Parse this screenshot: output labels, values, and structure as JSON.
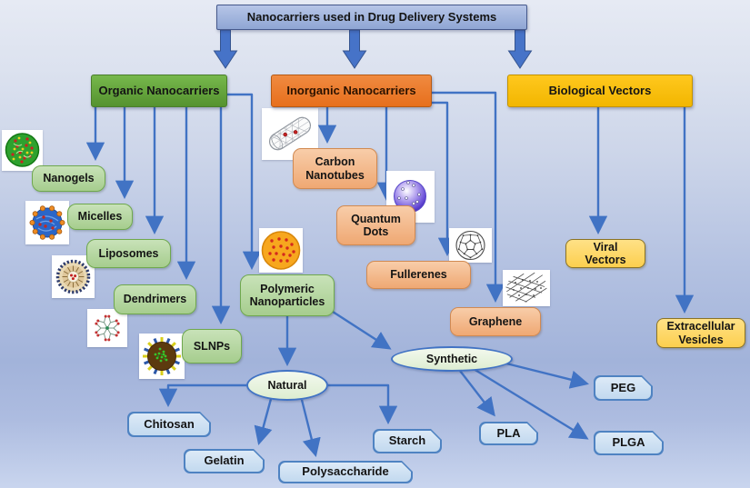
{
  "title": "Nanocarriers used in Drug Delivery Systems",
  "branches": {
    "organic": {
      "label": "Organic Nanocarriers",
      "color": "#5fa53b"
    },
    "inorganic": {
      "label": "Inorganic Nanocarriers",
      "color": "#ed7d31"
    },
    "biological": {
      "label": "Biological Vectors",
      "color": "#ffc000"
    }
  },
  "nodes": {
    "nanogels": {
      "label": "Nanogels"
    },
    "micelles": {
      "label": "Micelles"
    },
    "liposomes": {
      "label": "Liposomes"
    },
    "dendrimers": {
      "label": "Dendrimers"
    },
    "slnps": {
      "label": "SLNPs"
    },
    "polymeric": {
      "label": "Polymeric Nanoparticles"
    },
    "carbon_nanotubes": {
      "label": "Carbon Nanotubes"
    },
    "quantum_dots": {
      "label": "Quantum Dots"
    },
    "fullerenes": {
      "label": "Fullerenes"
    },
    "graphene": {
      "label": "Graphene"
    },
    "viral_vectors": {
      "label": "Viral Vectors"
    },
    "extracellular_vesicles": {
      "label": "Extracellular Vesicles"
    },
    "natural": {
      "label": "Natural"
    },
    "synthetic": {
      "label": "Synthetic"
    },
    "chitosan": {
      "label": "Chitosan"
    },
    "gelatin": {
      "label": "Gelatin"
    },
    "polysaccharide": {
      "label": "Polysaccharide"
    },
    "starch": {
      "label": "Starch"
    },
    "pla": {
      "label": "PLA"
    },
    "peg": {
      "label": "PEG"
    },
    "plga": {
      "label": "PLGA"
    }
  },
  "icons": [
    "nanogel-icon",
    "micelle-icon",
    "liposome-icon",
    "dendrimer-icon",
    "slnp-icon",
    "polymeric-nanoparticle-icon",
    "carbon-nanotube-icon",
    "quantum-dot-icon",
    "fullerene-icon",
    "graphene-icon"
  ],
  "colors": {
    "connector": "#4173c4",
    "title_fill": "#9fb2dd",
    "green_child": "#b5d6a0",
    "peach_child": "#f4b183",
    "yellow_child": "#ffd966",
    "blue_child": "#cce0f4",
    "oval_fill": "#eaf4e2",
    "background_top": "#e6eaf4",
    "background_bottom": "#c9d5ee"
  }
}
